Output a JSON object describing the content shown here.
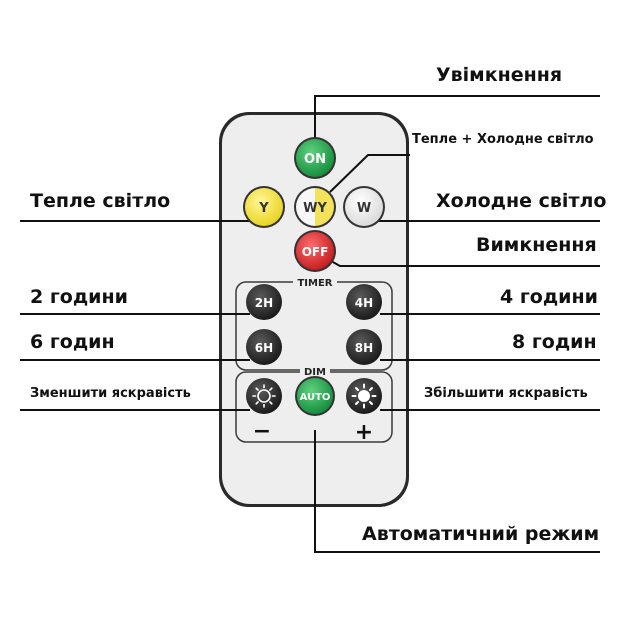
{
  "labels": {
    "on": "Увімкнення",
    "warm_cold": "Тепле + Холодне світло",
    "warm": "Тепле світло",
    "cold": "Холодне світло",
    "off": "Вимкнення",
    "h2": "2 години",
    "h4": "4 години",
    "h6": "6 годин",
    "h8": "8 годин",
    "dim_minus": "Зменшити яскравість",
    "dim_plus": "Збільшити яскравість",
    "auto": "Автоматичний режим"
  },
  "remote": {
    "buttons": {
      "on": "ON",
      "y": "Y",
      "wy": "WY",
      "w": "W",
      "off": "OFF",
      "h2": "2H",
      "h4": "4H",
      "h6": "6H",
      "h8": "8H",
      "auto": "AUTO"
    },
    "timer_label": "TIMER",
    "dim_label": "DIM",
    "minus": "−",
    "plus": "+"
  },
  "colors": {
    "on_button": "#1aa34a",
    "yellow_button": "#f2e43a",
    "off_button": "#d8262a",
    "auto_button": "#1d9a3f",
    "dark_button": "#2b2b2b",
    "remote_body": "#eeeeee",
    "line": "#111111"
  },
  "icons": [
    "sun-dim-icon",
    "sun-bright-icon"
  ]
}
